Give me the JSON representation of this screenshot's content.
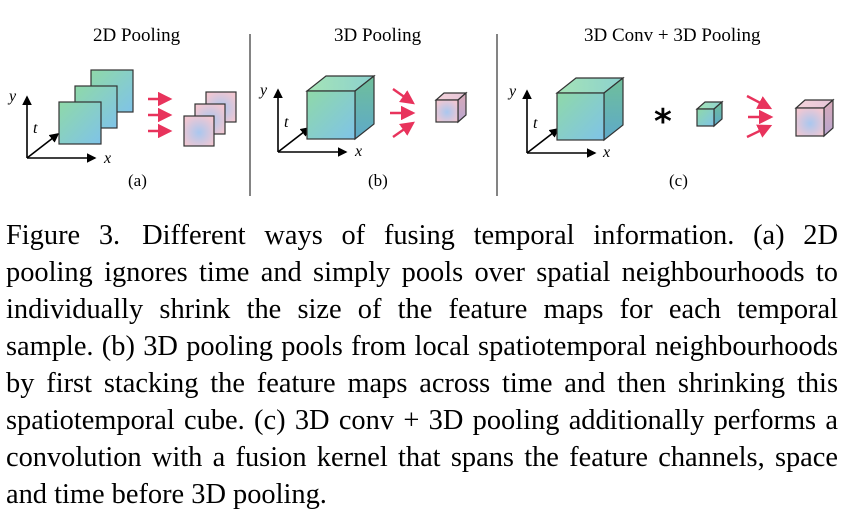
{
  "figure": {
    "panels": [
      {
        "title": "2D Pooling",
        "sublabel": "(a)"
      },
      {
        "title": "3D Pooling",
        "sublabel": "(b)"
      },
      {
        "title": "3D Conv + 3D Pooling",
        "sublabel": "(c)"
      }
    ],
    "axes": {
      "x": "x",
      "y": "y",
      "t": "t"
    },
    "conv_operator": "*",
    "colors": {
      "arrow": "#e8335c",
      "input_front_top": "#8fd9a8",
      "input_front_bottom": "#7fc3e8",
      "output_pink": "#f1c7d2",
      "output_center": "#a9c7ef",
      "divider": "#333333"
    }
  },
  "caption": {
    "label": "Figure 3.",
    "text": "Different ways of fusing temporal information. (a) 2D pooling ignores time and simply pools over spatial neighbourhoods to individually shrink the size of the feature maps for each temporal sample. (b) 3D pooling pools from local spatiotemporal neighbourhoods by first stacking the feature maps across time and then shrinking this spatiotemporal cube. (c) 3D conv + 3D pooling additionally performs a convolution with a fusion kernel that spans the feature channels, space and time before 3D pooling."
  }
}
